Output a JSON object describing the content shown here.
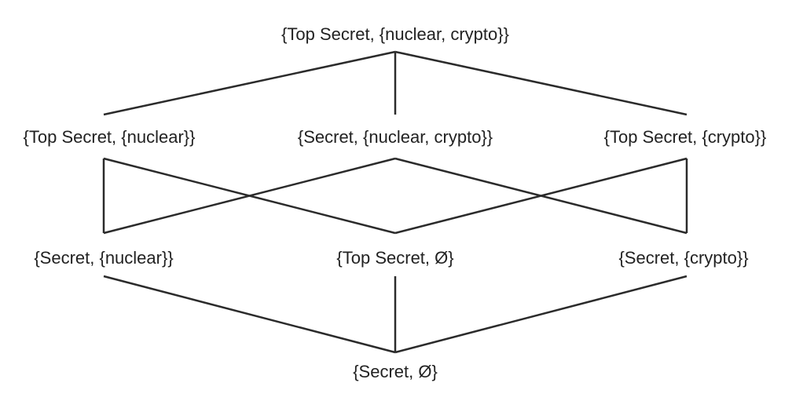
{
  "lattice": {
    "nodes": {
      "top": "{Top Secret, {nuclear, crypto}}",
      "ts_nuclear": "{Top Secret, {nuclear}}",
      "secret_both": "{Secret, {nuclear, crypto}}",
      "ts_crypto": "{Top Secret, {crypto}}",
      "secret_nuclear": "{Secret, {nuclear}}",
      "ts_empty": "{Top Secret, Ø}",
      "secret_crypto": "{Secret, {crypto}}",
      "bottom": "{Secret, Ø}"
    }
  },
  "style": {
    "line_color": "#2b2b2b",
    "text_color": "#222222",
    "background": "#ffffff"
  }
}
